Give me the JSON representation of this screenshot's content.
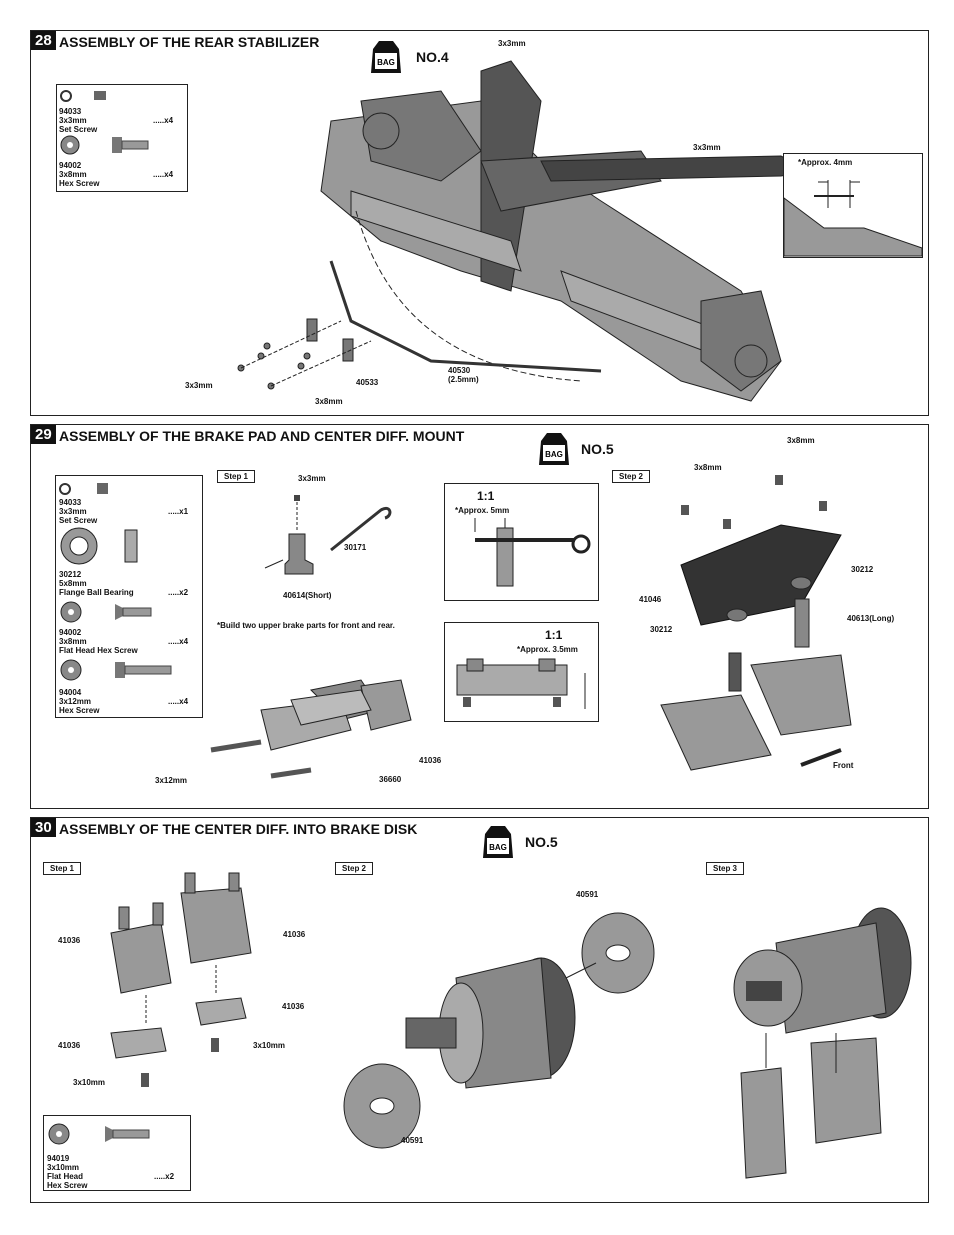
{
  "s28": {
    "num": "28",
    "title": "ASSEMBLY OF THE REAR STABILIZER",
    "bag": "BAG",
    "bag_no": "NO.4",
    "parts": [
      {
        "code": "94033",
        "size": "3x3mm",
        "name": "Set Screw",
        "qty": ".....x4"
      },
      {
        "code": "94002",
        "size": "3x8mm",
        "name": "Hex Screw",
        "qty": ".....x4"
      }
    ],
    "labels": {
      "top_screw": "3x3mm",
      "right_screw": "3x3mm",
      "approx": "*Approx. 4mm",
      "set_screws": "3x3mm",
      "hex_screws": "3x8mm",
      "link": "40533",
      "bar": "40530",
      "bar_size": "(2.5mm)"
    }
  },
  "s29": {
    "num": "29",
    "title": "ASSEMBLY OF THE BRAKE PAD AND CENTER DIFF. MOUNT",
    "bag": "BAG",
    "bag_no": "NO.5",
    "parts": [
      {
        "code": "94033",
        "size": "3x3mm",
        "name": "Set Screw",
        "qty": ".....x1"
      },
      {
        "code": "30212",
        "size": "5x8mm",
        "name": "Flange Ball Bearing",
        "qty": ".....x2"
      },
      {
        "code": "94002",
        "size": "3x8mm",
        "name": "Flat Head Hex Screw",
        "qty": ".....x4"
      },
      {
        "code": "94004",
        "size": "3x12mm",
        "name": "Hex Screw",
        "qty": ".....x4"
      }
    ],
    "step1": "Step 1",
    "step2": "Step 2",
    "labels": {
      "setscrew": "3x3mm",
      "rod": "30171",
      "short": "40614(Short)",
      "note": "*Build two upper brake parts for front and rear.",
      "ratio1": "1:1",
      "approx1": "*Approx. 5mm",
      "ratio2": "1:1",
      "approx2": "*Approx. 3.5mm",
      "mount": "41036",
      "pads": "36660",
      "hexscrew": "3x12mm",
      "s2_screw_a": "3x8mm",
      "s2_screw_b": "3x8mm",
      "plate": "41046",
      "bearing_a": "30212",
      "bearing_b": "30212",
      "long": "40613(Long)",
      "front": "Front"
    }
  },
  "s30": {
    "num": "30",
    "title": "ASSEMBLY OF THE CENTER DIFF. INTO BRAKE DISK",
    "bag": "BAG",
    "bag_no": "NO.5",
    "step1": "Step 1",
    "step2": "Step 2",
    "step3": "Step 3",
    "parts": [
      {
        "code": "94019",
        "size": "3x10mm",
        "name": "Flat Head",
        "name2": "Hex Screw",
        "qty": ".....x2"
      }
    ],
    "labels": {
      "m1": "41036",
      "m2": "41036",
      "m3": "41036",
      "m4": "41036",
      "screw_a": "3x10mm",
      "screw_b": "3x10mm",
      "disk_top": "40591",
      "disk_bottom": "40591"
    }
  }
}
